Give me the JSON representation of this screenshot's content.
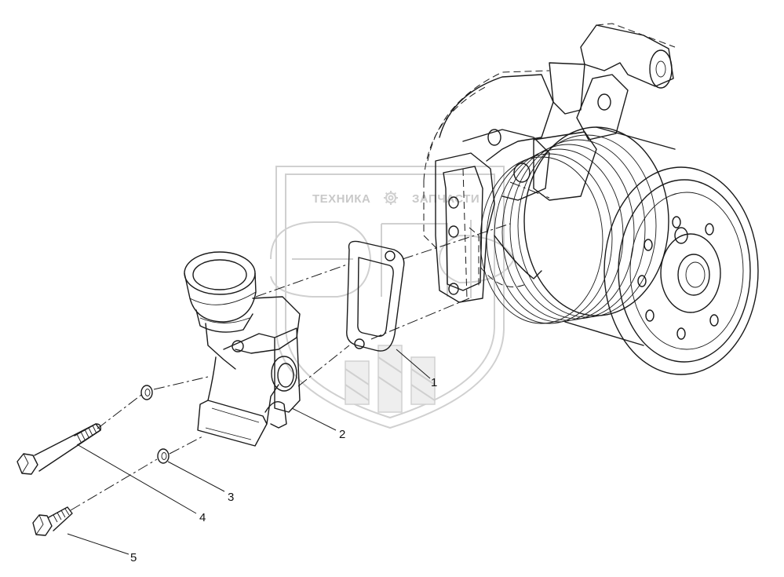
{
  "watermark": {
    "left_text": "ТЕХНИКА",
    "right_text": "ЗАПЧАСТИ",
    "gear_icon": "gear-icon"
  },
  "callouts": [
    {
      "id": "1",
      "label": "1"
    },
    {
      "id": "2",
      "label": "2"
    },
    {
      "id": "3",
      "label": "3"
    },
    {
      "id": "4",
      "label": "4"
    },
    {
      "id": "5",
      "label": "5"
    }
  ]
}
